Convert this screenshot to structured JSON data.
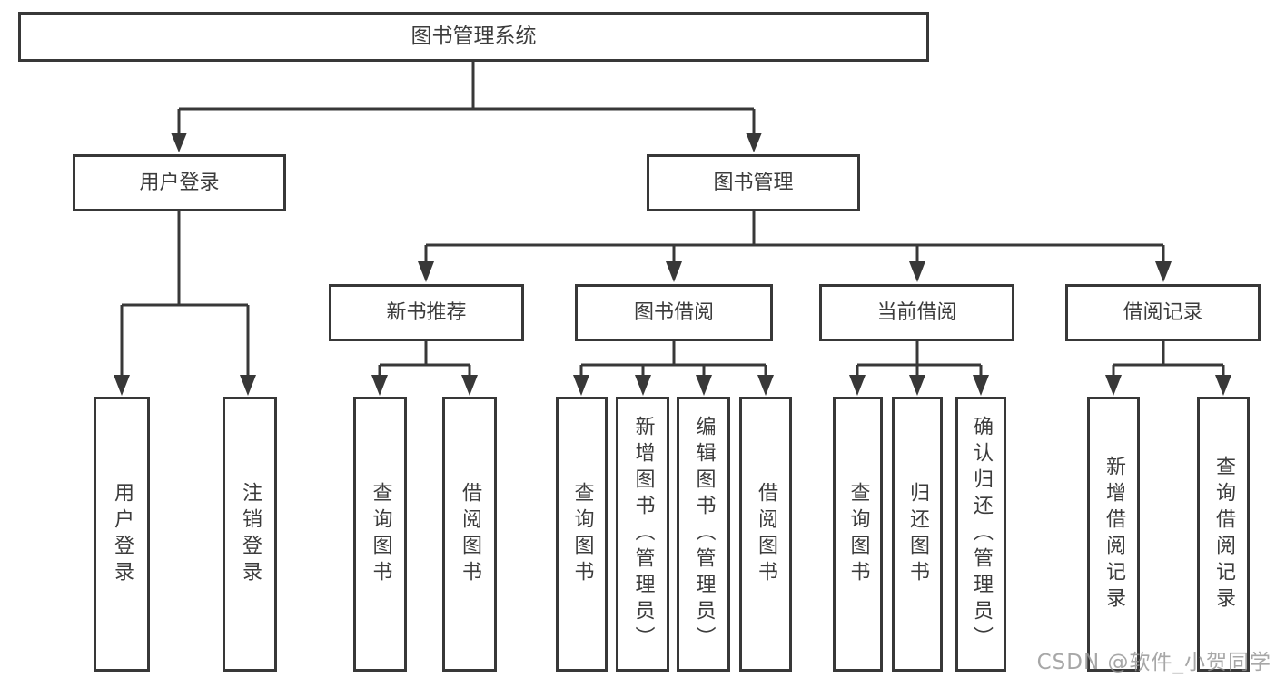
{
  "tree": {
    "root": {
      "label": "图书管理系统",
      "children": [
        {
          "label": "用户登录",
          "children": [
            {
              "label": "用户登录"
            },
            {
              "label": "注销登录"
            }
          ]
        },
        {
          "label": "图书管理",
          "children": [
            {
              "label": "新书推荐",
              "children": [
                {
                  "label": "查询图书"
                },
                {
                  "label": "借阅图书"
                }
              ]
            },
            {
              "label": "图书借阅",
              "children": [
                {
                  "label": "查询图书"
                },
                {
                  "label": "新增图书（管理员）"
                },
                {
                  "label": "编辑图书（管理员）"
                },
                {
                  "label": "借阅图书"
                }
              ]
            },
            {
              "label": "当前借阅",
              "children": [
                {
                  "label": "查询图书"
                },
                {
                  "label": "归还图书"
                },
                {
                  "label": "确认归还（管理员）"
                }
              ]
            },
            {
              "label": "借阅记录",
              "children": [
                {
                  "label": "新增借阅记录"
                },
                {
                  "label": "查询借阅记录"
                }
              ]
            }
          ]
        }
      ]
    }
  },
  "watermark": {
    "text": "CSDN @软件_小贺同学"
  },
  "colors": {
    "border": "#383838",
    "line": "#383838",
    "text": "#3c3c3c",
    "background": "#ffffff",
    "watermark": "#919191"
  }
}
